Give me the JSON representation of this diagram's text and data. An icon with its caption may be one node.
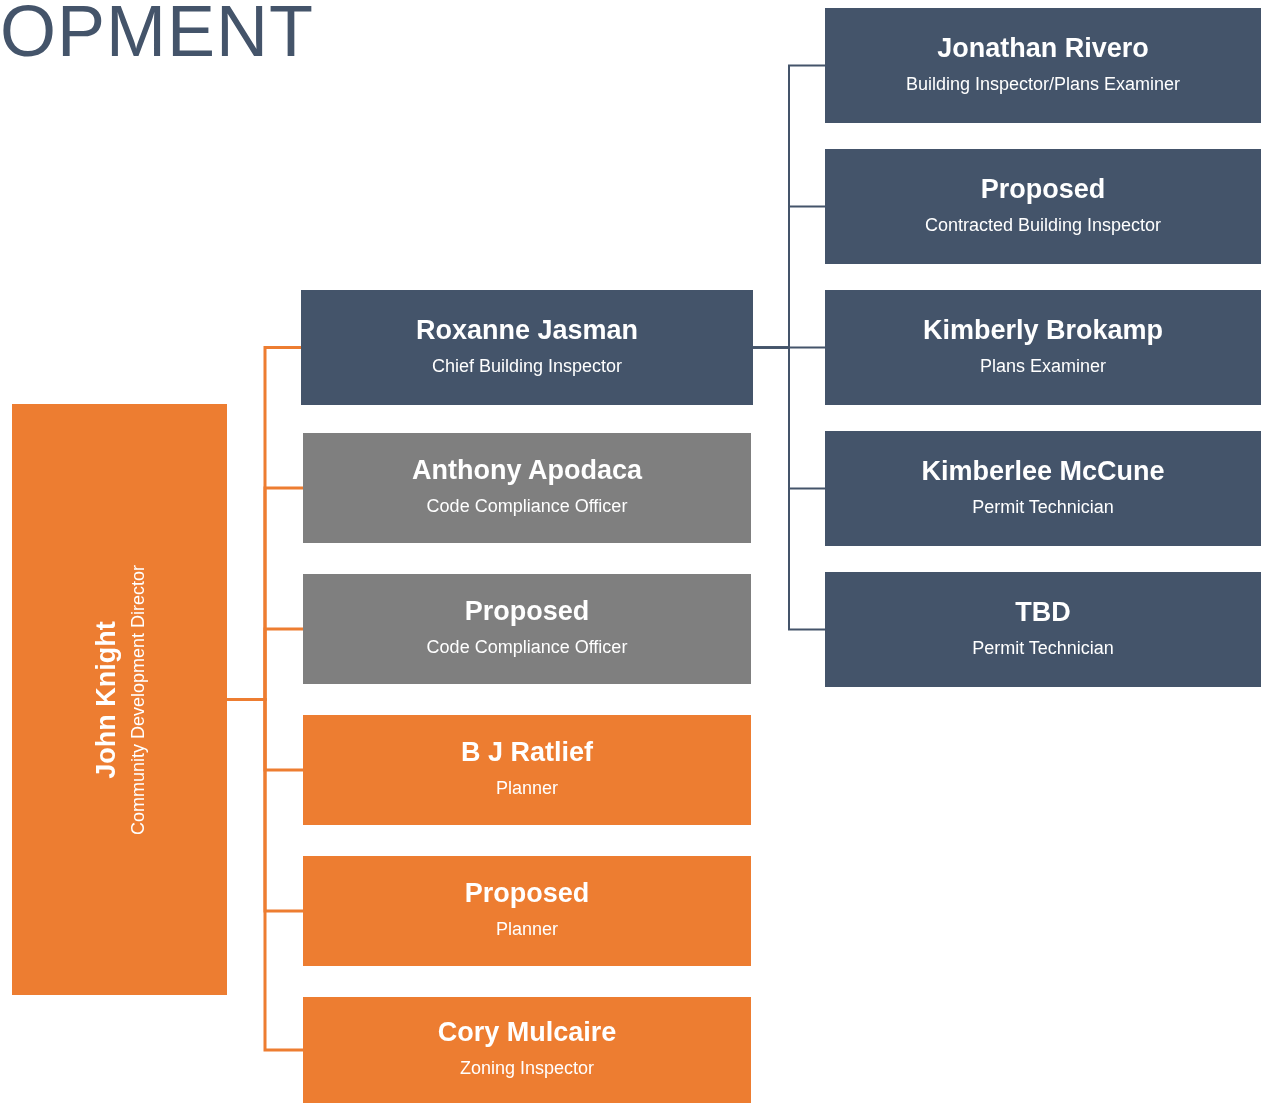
{
  "diagram": {
    "title": "OPMENT",
    "nodes": [
      {
        "text": [
          "John Knight",
          "Community Development Director"
        ]
      },
      {
        "text": [
          "Roxanne Jasman",
          "Chief Building Inspector"
        ]
      },
      {
        "text": [
          "Anthony Apodaca",
          "Code Compliance Officer"
        ]
      },
      {
        "text": [
          "Proposed",
          "Code Compliance Officer"
        ]
      },
      {
        "text": [
          "B J Ratlief",
          "Planner"
        ]
      },
      {
        "text": [
          "Proposed",
          "Planner"
        ]
      },
      {
        "text": [
          "Cory Mulcaire",
          "Zoning Inspector"
        ]
      },
      {
        "text": [
          "Jonathan Rivero",
          "Building Inspector/Plans Examiner"
        ]
      },
      {
        "text": [
          "Proposed",
          "Contracted Building Inspector"
        ]
      },
      {
        "text": [
          "Kimberly Brokamp",
          "Plans Examiner"
        ]
      },
      {
        "text": [
          "Kimberlee McCune",
          "Permit Technician"
        ]
      },
      {
        "text": [
          "TBD",
          "Permit Technician"
        ]
      }
    ],
    "edges": [
      {
        "from": 0,
        "to": 1,
        "arrow": "none"
      },
      {
        "from": 0,
        "to": 2,
        "arrow": "none"
      },
      {
        "from": 0,
        "to": 3,
        "arrow": "none"
      },
      {
        "from": 0,
        "to": 4,
        "arrow": "none"
      },
      {
        "from": 0,
        "to": 5,
        "arrow": "none"
      },
      {
        "from": 0,
        "to": 6,
        "arrow": "none"
      },
      {
        "from": 1,
        "to": 7,
        "arrow": "none",
        "color": "#44546a"
      },
      {
        "from": 1,
        "to": 8,
        "arrow": "none",
        "color": "#44546a"
      },
      {
        "from": 1,
        "to": 9,
        "arrow": "none",
        "color": "#44546a"
      },
      {
        "from": 1,
        "to": 10,
        "arrow": "none",
        "color": "#44546a"
      },
      {
        "from": 1,
        "to": 11,
        "arrow": "none",
        "color": "#44546a"
      }
    ]
  }
}
